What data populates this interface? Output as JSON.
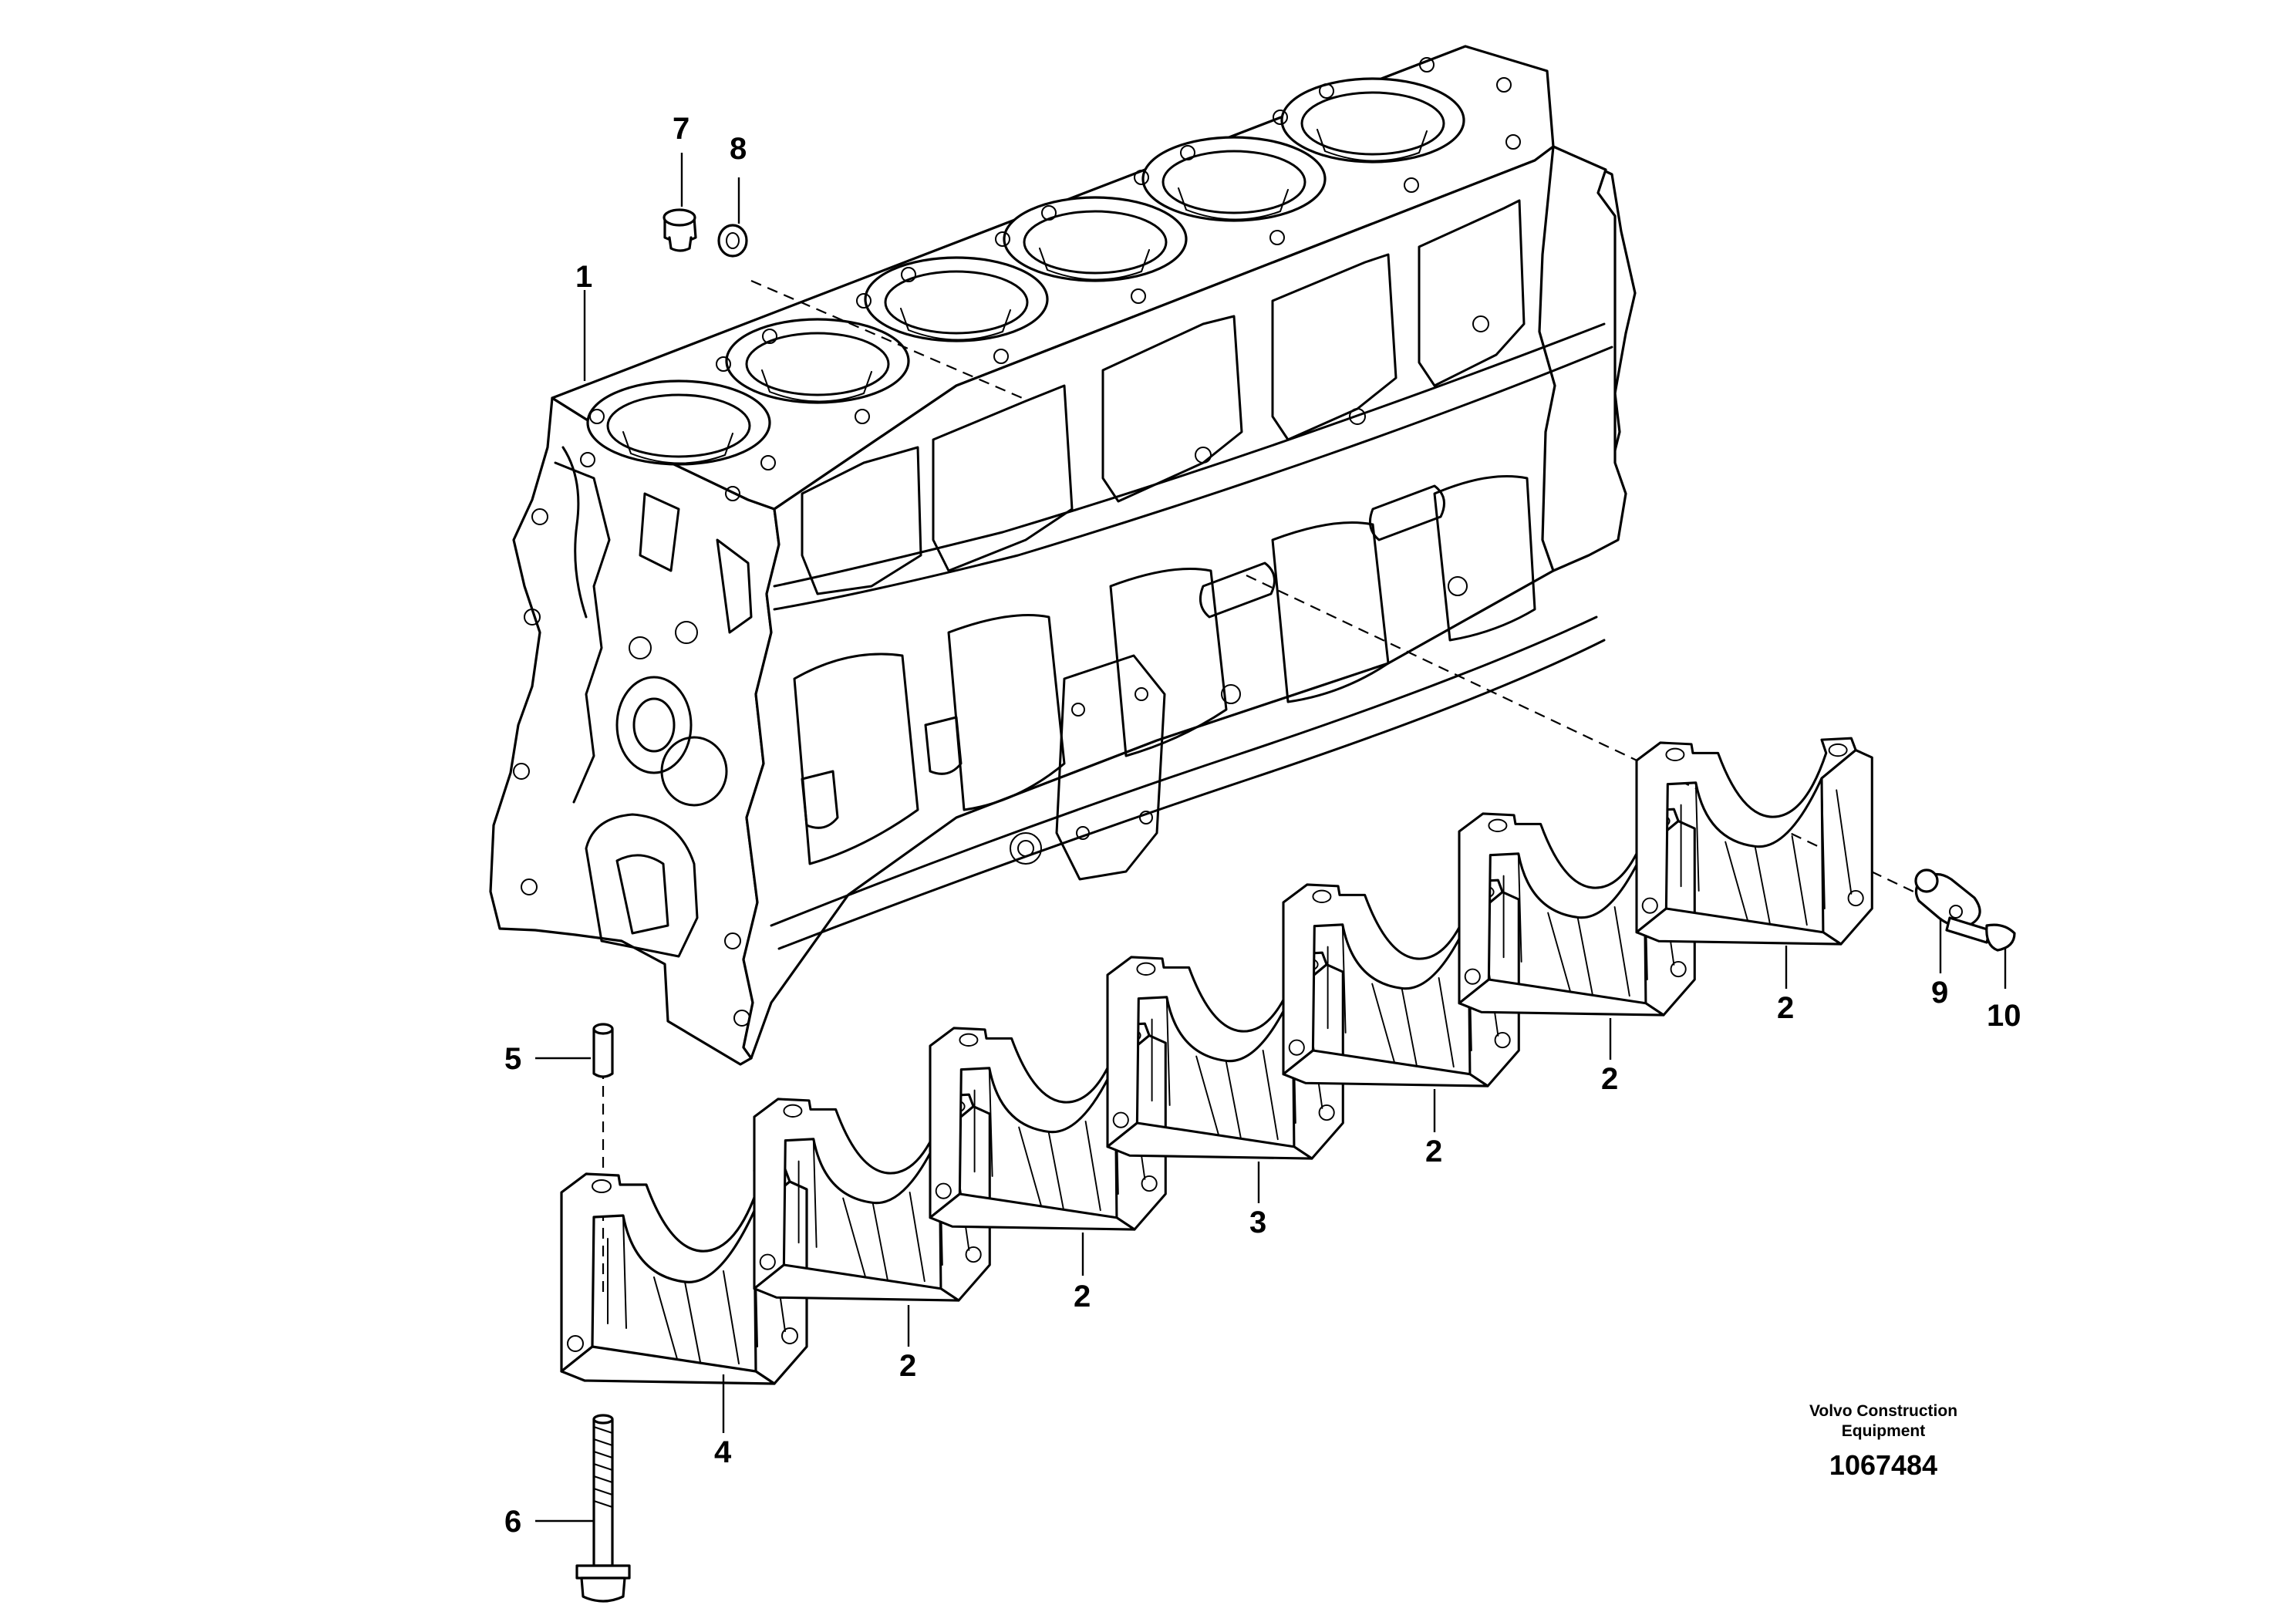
{
  "diagram": {
    "callouts": {
      "c1": "1",
      "c2a": "2",
      "c2b": "2",
      "c2c": "2",
      "c2d": "2",
      "c2e": "2",
      "c3": "3",
      "c4": "4",
      "c5": "5",
      "c6": "6",
      "c7": "7",
      "c8": "8",
      "c9": "9",
      "c10": "10"
    },
    "footer": {
      "brand_line1": "Volvo Construction",
      "brand_line2": "Equipment",
      "drawing_number": "1067484"
    }
  }
}
